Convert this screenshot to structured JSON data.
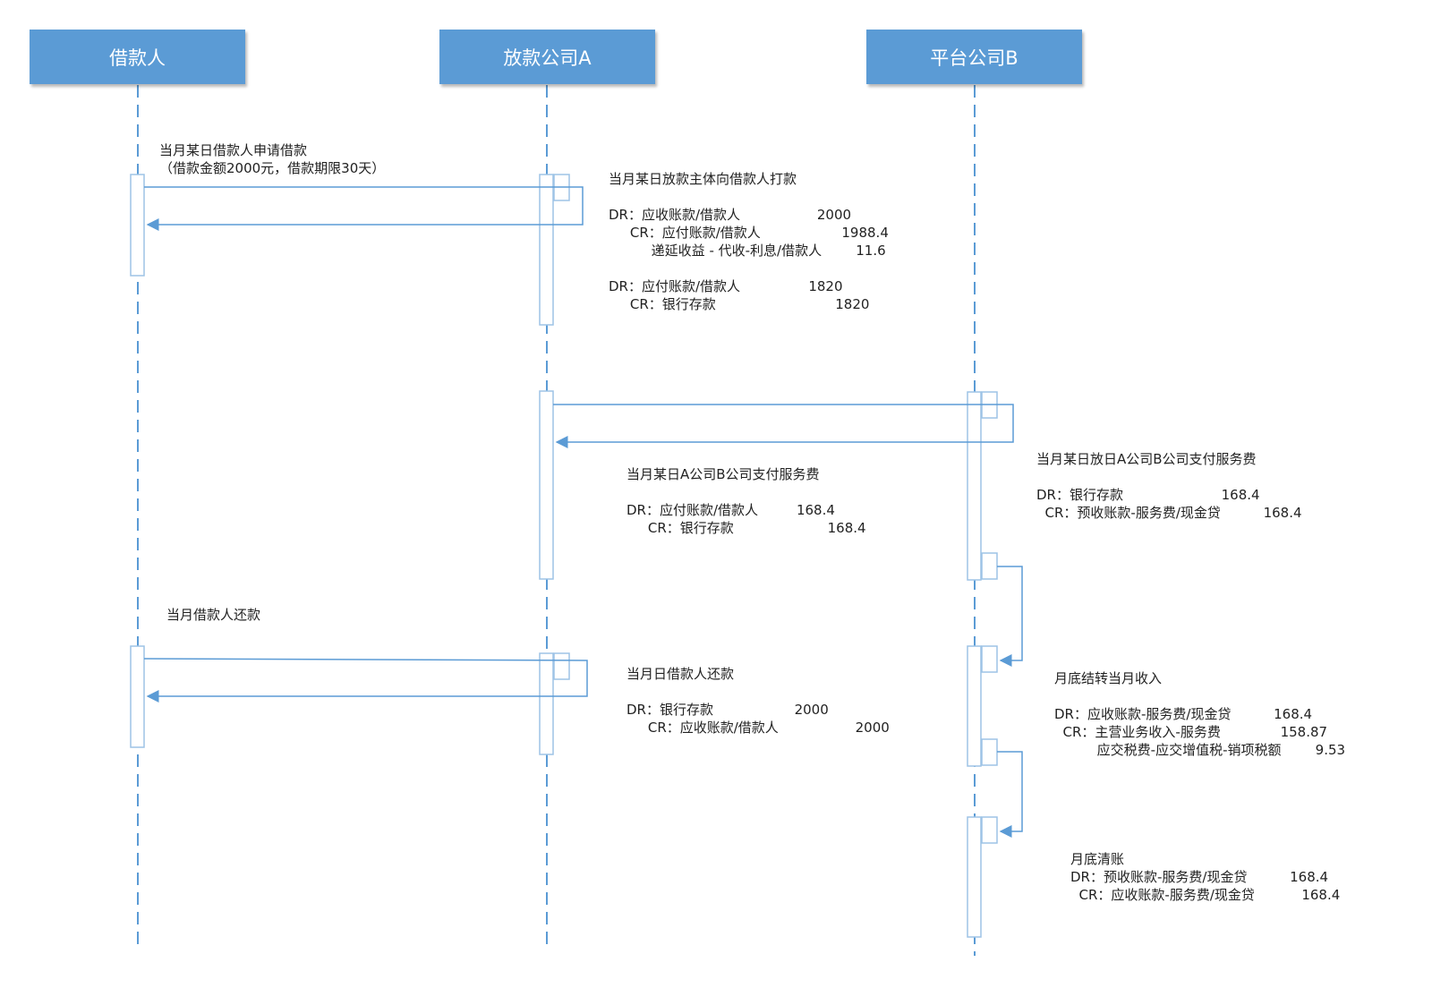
{
  "actors": [
    "借款人",
    "放款公司A",
    "平台公司B"
  ],
  "notes": {
    "apply": "当月某日借款人申请借款\n（借款金额2000元，借款期限30天）",
    "disburse": "当月某日放款主体向借款人打款\n\nDR：应收账款/借款人                  2000\n     CR：应付账款/借款人                   1988.4\n          递延收益 - 代收-利息/借款人        11.6\n\nDR：应付账款/借款人                1820\n     CR：银行存款                            1820",
    "a_pays_b": "当月某日A公司B公司支付服务费\n\nDR：应付账款/借款人         168.4\n     CR：银行存款                      168.4",
    "b_receives": "当月某日放日A公司B公司支付服务费\n\nDR：银行存款                       168.4\n  CR：预收账款-服务费/现金贷          168.4",
    "repay_label": "当月借款人还款",
    "repay_entry": "当月日借款人还款\n\nDR：银行存款                   2000\n     CR：应收账款/借款人                  2000",
    "month_end_income": "月底结转当月收入\n\nDR：应收账款-服务费/现金贷          168.4\n  CR：主营业务收入-服务费              158.87\n          应交税费-应交增值税-销项税额        9.53",
    "month_end_clear": "月底清账\nDR：预收账款-服务费/现金贷          168.4\n  CR：应收账款-服务费/现金贷           168.4"
  }
}
